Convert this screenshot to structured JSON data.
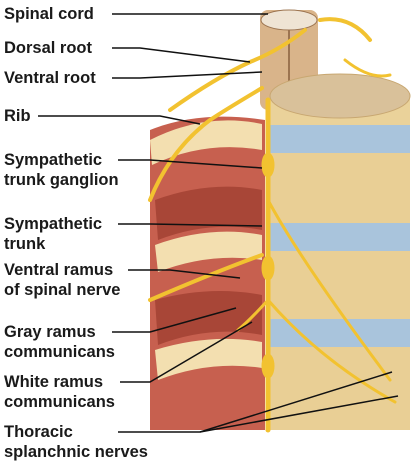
{
  "labels": [
    {
      "id": "spinal-cord",
      "lines": [
        "Spinal cord"
      ]
    },
    {
      "id": "dorsal-root",
      "lines": [
        "Dorsal root"
      ]
    },
    {
      "id": "ventral-root",
      "lines": [
        "Ventral root"
      ]
    },
    {
      "id": "rib",
      "lines": [
        "Rib"
      ]
    },
    {
      "id": "sympathetic-trunk-ganglion",
      "lines": [
        "Sympathetic",
        "trunk ganglion"
      ]
    },
    {
      "id": "sympathetic-trunk",
      "lines": [
        "Sympathetic",
        "trunk"
      ]
    },
    {
      "id": "ventral-ramus",
      "lines": [
        "Ventral ramus",
        "of spinal nerve"
      ]
    },
    {
      "id": "gray-ramus",
      "lines": [
        "Gray ramus",
        "communicans"
      ]
    },
    {
      "id": "white-ramus",
      "lines": [
        "White ramus",
        "communicans"
      ]
    },
    {
      "id": "splanchnic-nerves",
      "lines": [
        "Thoracic",
        "splanchnic nerves"
      ]
    }
  ],
  "colors": {
    "nerve": "#f2c230",
    "bone": "#e9cf95",
    "disc": "#a9c4dc",
    "muscle": "#c7604f",
    "cord": "#d9b48a",
    "leader": "#111111"
  }
}
